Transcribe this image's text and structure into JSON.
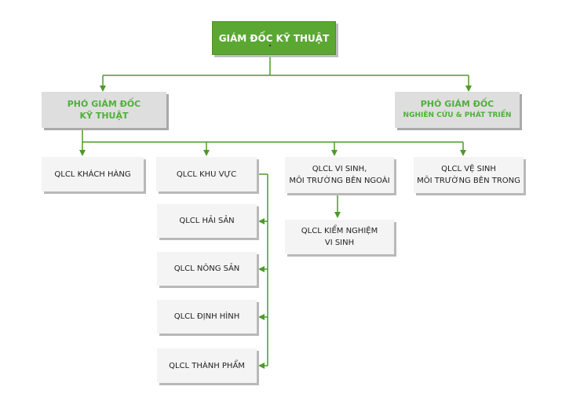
{
  "top": {
    "label": "GIÁM ĐỐC KỸ THUẬT"
  },
  "deputies": [
    {
      "line1": "PHÓ GIÁM ĐỐC",
      "line2": "KỸ THUẬT"
    },
    {
      "line1": "PHÓ GIÁM ĐỐC",
      "line2": "NGHIÊN CỨU & PHÁT TRIỂN"
    }
  ],
  "units": {
    "khach_hang": "QLCL KHÁCH HÀNG",
    "khu_vuc": "QLCL KHU VỰC",
    "vi_sinh": {
      "line1": "QLCL VI SINH,",
      "line2": "MÔI TRƯỜNG BÊN NGOÀI"
    },
    "ve_sinh": {
      "line1": "QLCL VỆ SINH",
      "line2": "MÔI TRƯỜNG BÊN TRONG"
    },
    "hai_san": "QLCL HẢI SẢN",
    "kiem_nghiem": {
      "line1": "QLCL KIỂM NGHIỆM",
      "line2": "VI SINH"
    },
    "nong_san": "QLCL NÔNG SẢN",
    "dinh_hinh": "QLCL ĐỊNH HÌNH",
    "thanh_pham": "QLCL THÀNH PHẨM"
  },
  "colors": {
    "accent": "#5aa832",
    "connector": "#4e9a2a",
    "deputy_text": "#4fb03a"
  }
}
